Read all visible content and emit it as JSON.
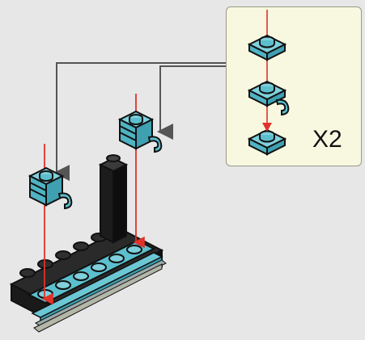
{
  "callout": {
    "multiplier": "X2",
    "steps": [
      "plate-1x1",
      "clip-plate-1x1",
      "plate-1x1"
    ]
  },
  "colors": {
    "background": "#e6e7e6",
    "callout_background": "#f8f8e1",
    "brick_teal": "#5bbfce",
    "brick_teal_dark": "#2f8fa0",
    "brick_black": "#1a1a1a",
    "arrow_red": "#e0322a",
    "leader_gray": "#555555"
  },
  "assembly": {
    "parts": [
      "clip-brick-left",
      "clip-brick-right",
      "black-pillar",
      "base-plate"
    ]
  }
}
